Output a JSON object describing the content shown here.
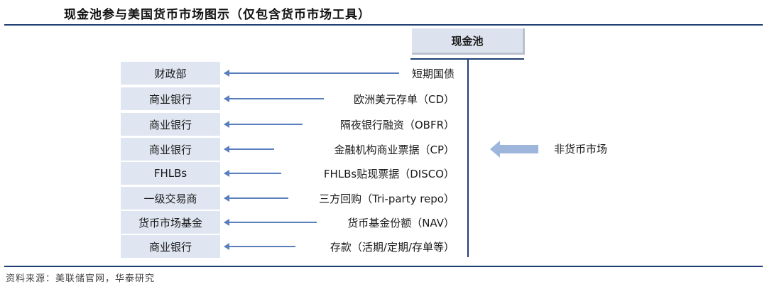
{
  "title": "现金池参与美国货币市场图示（仅包含货币市场工具）",
  "cash_pool_label": "现金池",
  "rows": [
    {
      "participant": "财政部",
      "instrument": "短期国债"
    },
    {
      "participant": "商业银行",
      "instrument": "欧洲美元存单（CD）"
    },
    {
      "participant": "商业银行",
      "instrument": "隔夜银行融资（OBFR）"
    },
    {
      "participant": "商业银行",
      "instrument": "金融机构商业票据（CP）"
    },
    {
      "participant": "FHLBs",
      "instrument": "FHLBs贴现票据（DISCO）"
    },
    {
      "participant": "一级交易商",
      "instrument": "三方回购（Tri-party repo）"
    },
    {
      "participant": "货币市场基金",
      "instrument": "货币基金份额（NAV）"
    },
    {
      "participant": "商业银行",
      "instrument": "存款（活期/定期/存单等）"
    }
  ],
  "non_money_market_label": "非货币市场",
  "source": "资料来源：美联储官网，华泰研究",
  "colors": {
    "box_fill": "#dfe6f1",
    "arrow": "#5b7fbd",
    "rule": "#1f3f73",
    "big_arrow": "#9fb6dc"
  }
}
